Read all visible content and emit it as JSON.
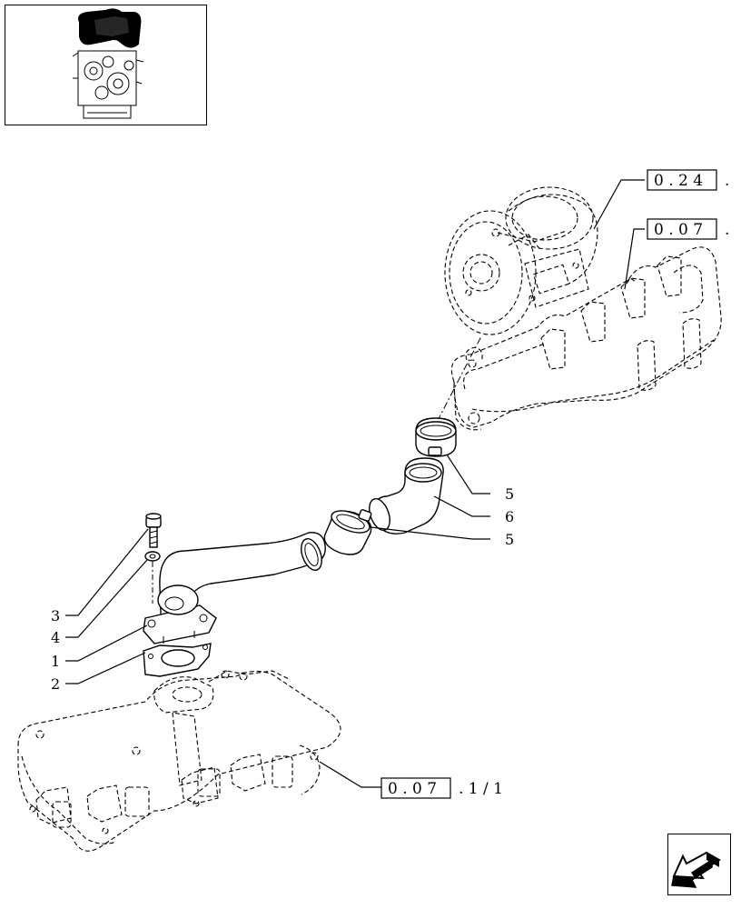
{
  "references": {
    "turbo": {
      "box": "0 . 2 4",
      "tail": "."
    },
    "exhaust_manifold_upper": {
      "box": "0 . 0 7",
      "tail": "."
    },
    "exhaust_manifold_lower": {
      "box": "0 . 0 7",
      "tail": ". 1 / 1"
    }
  },
  "callouts": {
    "c1": "1",
    "c2": "2",
    "c3": "3",
    "c4": "4",
    "c5_upper": "5",
    "c5_lower": "5",
    "c6": "6"
  },
  "colors": {
    "line": "#000000",
    "background": "#ffffff"
  },
  "icons": {
    "thumbnail": "engine-thumbnail-icon",
    "nav": "back-arrow-icon"
  }
}
